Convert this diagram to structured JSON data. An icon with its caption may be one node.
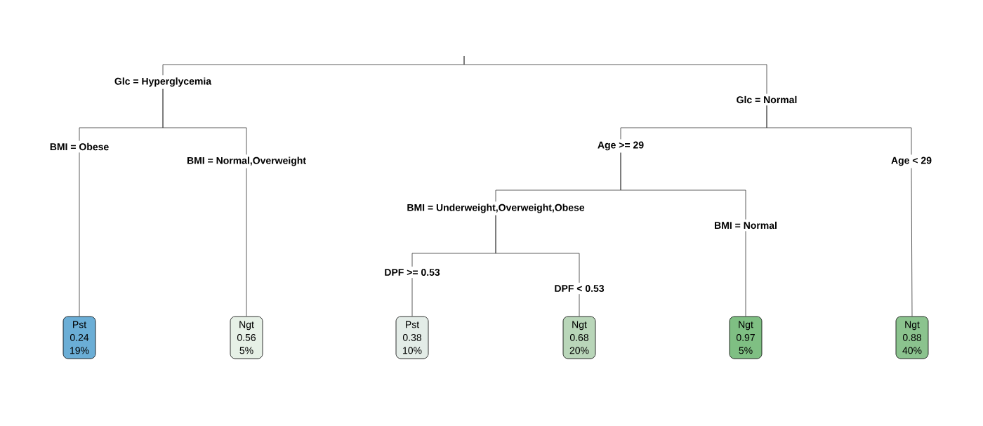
{
  "diagram": {
    "nodes": [
      {
        "text": [
          "Glc = Hyperglycemia"
        ]
      },
      {
        "text": [
          "Glc = Normal"
        ]
      },
      {
        "text": [
          "BMI = Obese"
        ]
      },
      {
        "text": [
          "Age >= 29"
        ]
      },
      {
        "text": [
          "BMI = Normal,Overweight"
        ]
      },
      {
        "text": [
          "Age < 29"
        ]
      },
      {
        "text": [
          "BMI = Underweight,Overweight,Obese"
        ]
      },
      {
        "text": [
          "BMI = Normal"
        ]
      },
      {
        "text": [
          "DPF >= 0.53"
        ]
      },
      {
        "text": [
          "DPF < 0.53"
        ]
      },
      {
        "text": [
          "Pst",
          "0.24",
          "19%"
        ]
      },
      {
        "text": [
          "Ngt",
          "0.56",
          "5%"
        ]
      },
      {
        "text": [
          "Pst",
          "0.38",
          "10%"
        ]
      },
      {
        "text": [
          "Ngt",
          "0.68",
          "20%"
        ]
      },
      {
        "text": [
          "Ngt",
          "0.97",
          "5%"
        ]
      },
      {
        "text": [
          "Ngt",
          "0.88",
          "40%"
        ]
      }
    ],
    "edges": [
      {
        "from": null,
        "to": 0,
        "arrow": "none"
      },
      {
        "from": null,
        "to": 1,
        "arrow": "none"
      },
      {
        "from": 0,
        "to": 2,
        "arrow": "none"
      },
      {
        "from": 0,
        "to": 4,
        "arrow": "none"
      },
      {
        "from": 1,
        "to": 3,
        "arrow": "none"
      },
      {
        "from": 1,
        "to": 5,
        "arrow": "none"
      },
      {
        "from": 2,
        "to": 10,
        "arrow": "none"
      },
      {
        "from": 4,
        "to": 11,
        "arrow": "none"
      },
      {
        "from": 3,
        "to": 6,
        "arrow": "none"
      },
      {
        "from": 3,
        "to": 7,
        "arrow": "none"
      },
      {
        "from": 5,
        "to": 15,
        "arrow": "none"
      },
      {
        "from": 6,
        "to": 8,
        "arrow": "none"
      },
      {
        "from": 6,
        "to": 9,
        "arrow": "none"
      },
      {
        "from": 7,
        "to": 14,
        "arrow": "none"
      },
      {
        "from": 8,
        "to": 12,
        "arrow": "none"
      },
      {
        "from": 9,
        "to": 13,
        "arrow": "none"
      }
    ]
  }
}
